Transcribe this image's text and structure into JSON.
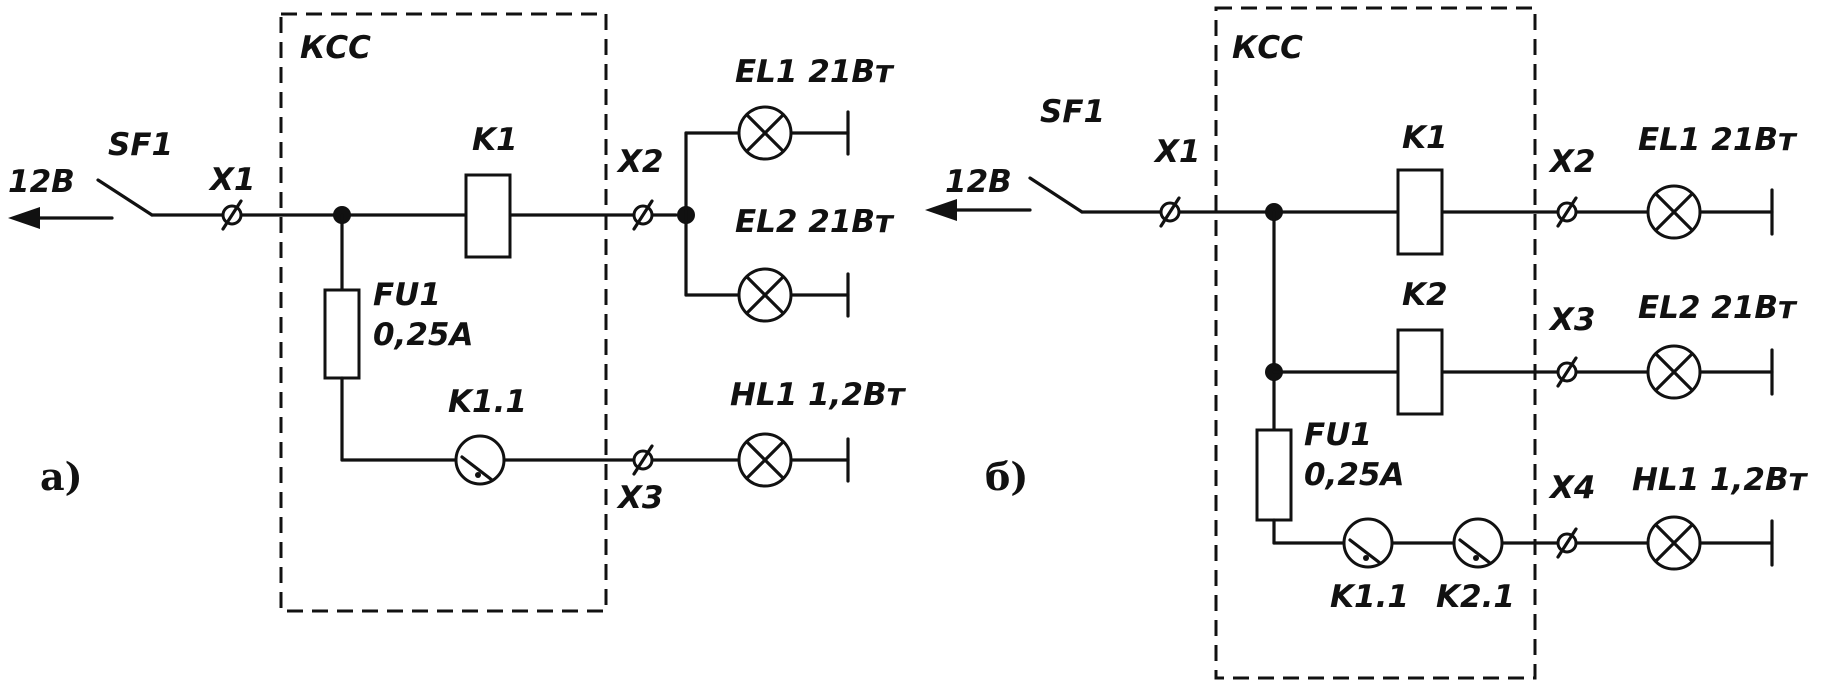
{
  "diagram_a": {
    "caption": "а)",
    "block": "КСС",
    "supply": "12В",
    "switch": "SF1",
    "terminals": {
      "x1": "X1",
      "x2": "X2",
      "x3": "X3"
    },
    "relay": "K1",
    "fuse": {
      "name": "FU1",
      "rating": "0,25А"
    },
    "contact": "K1.1",
    "lamps": {
      "el1": "EL1 21Вт",
      "el2": "EL2 21Вт",
      "hl1": "HL1 1,2Вт"
    }
  },
  "diagram_b": {
    "caption": "б)",
    "block": "КСС",
    "supply": "12В",
    "switch": "SF1",
    "terminals": {
      "x1": "X1",
      "x2": "X2",
      "x3": "X3",
      "x4": "X4"
    },
    "relays": {
      "k1": "K1",
      "k2": "K2"
    },
    "fuse": {
      "name": "FU1",
      "rating": "0,25А"
    },
    "contacts": {
      "k11": "K1.1",
      "k21": "K2.1"
    },
    "lamps": {
      "el1": "EL1 21Вт",
      "el2": "EL2 21Вт",
      "hl1": "HL1 1,2Вт"
    }
  }
}
